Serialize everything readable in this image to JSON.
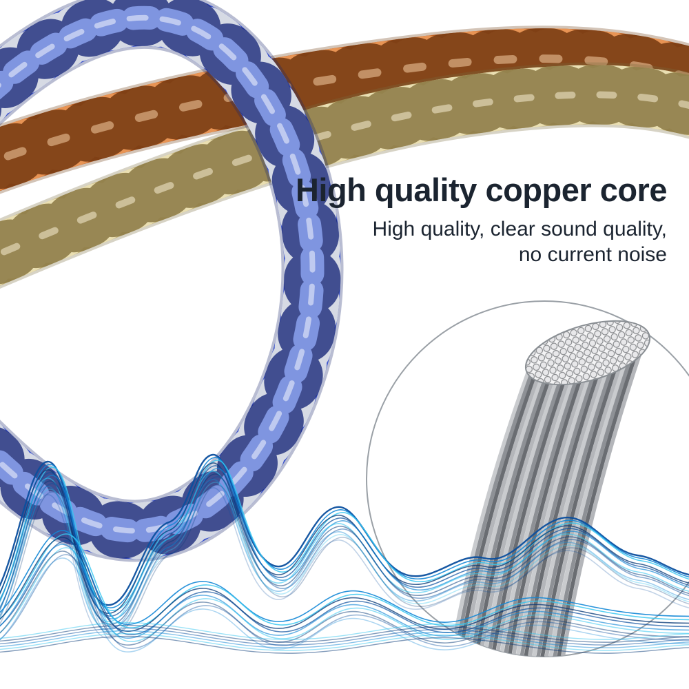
{
  "background_color": "#ffffff",
  "headline": {
    "title": "High quality copper core",
    "subtitle_line1": "High quality, clear sound quality,",
    "subtitle_line2": "no current noise",
    "text_color": "#1b2430"
  },
  "graphics": {
    "copper_cable": {
      "name": "braided-copper-cable",
      "colors": [
        "#b85c20",
        "#e89454",
        "#7a3d14"
      ]
    },
    "gold_cable": {
      "name": "braided-gold-cable",
      "colors": [
        "#c3b174",
        "#eadfb2",
        "#8f7d49"
      ]
    },
    "blue_cable": {
      "name": "braided-blue-silver-cable",
      "colors": [
        "#3a52cc",
        "#d6dae4",
        "#1c2a7a",
        "#8fa8f4"
      ]
    },
    "inset": {
      "name": "copper-core-strands-closeup",
      "ring_color": "#9aa0a6",
      "strand_colors": [
        "#c9cbce",
        "#8e9196",
        "#6a6d72",
        "#b4b6ba"
      ]
    },
    "sound_wave": {
      "name": "blue-sound-wave",
      "colors": [
        "#0b4f9e",
        "#1287d6",
        "#36c6f0",
        "#083a78"
      ]
    }
  }
}
